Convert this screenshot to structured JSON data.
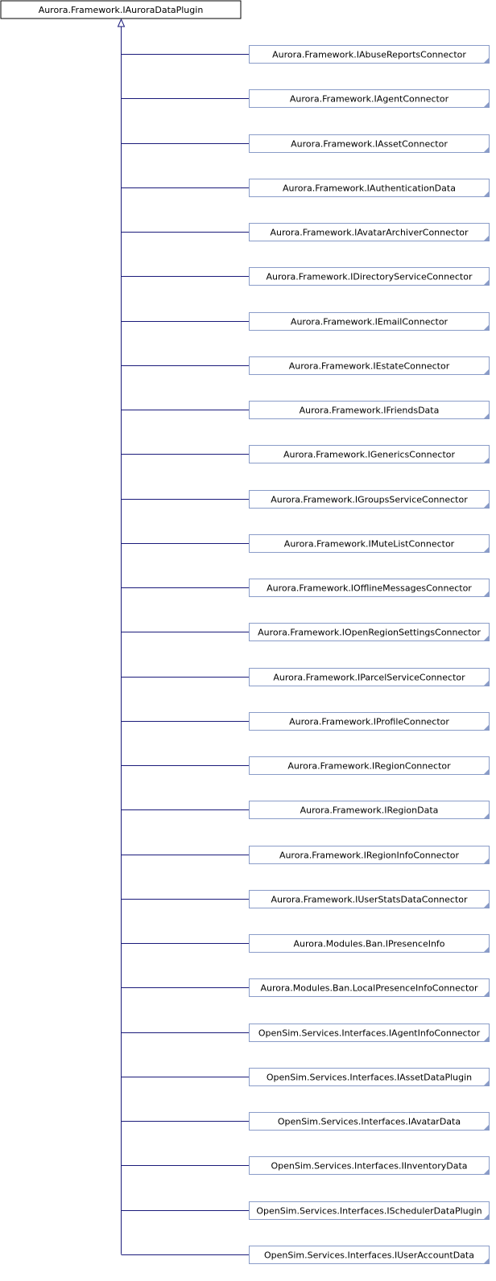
{
  "diagram": {
    "type": "inheritance-graph",
    "base": {
      "label": "Aurora.Framework.IAuroraDataPlugin"
    },
    "derived": [
      "Aurora.Framework.IAbuseReportsConnector",
      "Aurora.Framework.IAgentConnector",
      "Aurora.Framework.IAssetConnector",
      "Aurora.Framework.IAuthenticationData",
      "Aurora.Framework.IAvatarArchiverConnector",
      "Aurora.Framework.IDirectoryServiceConnector",
      "Aurora.Framework.IEmailConnector",
      "Aurora.Framework.IEstateConnector",
      "Aurora.Framework.IFriendsData",
      "Aurora.Framework.IGenericsConnector",
      "Aurora.Framework.IGroupsServiceConnector",
      "Aurora.Framework.IMuteListConnector",
      "Aurora.Framework.IOfflineMessagesConnector",
      "Aurora.Framework.IOpenRegionSettingsConnector",
      "Aurora.Framework.IParcelServiceConnector",
      "Aurora.Framework.IProfileConnector",
      "Aurora.Framework.IRegionConnector",
      "Aurora.Framework.IRegionData",
      "Aurora.Framework.IRegionInfoConnector",
      "Aurora.Framework.IUserStatsDataConnector",
      "Aurora.Modules.Ban.IPresenceInfo",
      "Aurora.Modules.Ban.LocalPresenceInfoConnector",
      "OpenSim.Services.Interfaces.IAgentInfoConnector",
      "OpenSim.Services.Interfaces.IAssetDataPlugin",
      "OpenSim.Services.Interfaces.IAvatarData",
      "OpenSim.Services.Interfaces.IInventoryData",
      "OpenSim.Services.Interfaces.ISchedulerDataPlugin",
      "OpenSim.Services.Interfaces.IUserAccountData"
    ],
    "colors": {
      "edge": "#1a1a7a",
      "base_border": "#000000",
      "base_fill": "#ffffff",
      "derived_border": "#8a9cc8",
      "derived_fill": "#ffffff",
      "text": "#000000"
    }
  }
}
